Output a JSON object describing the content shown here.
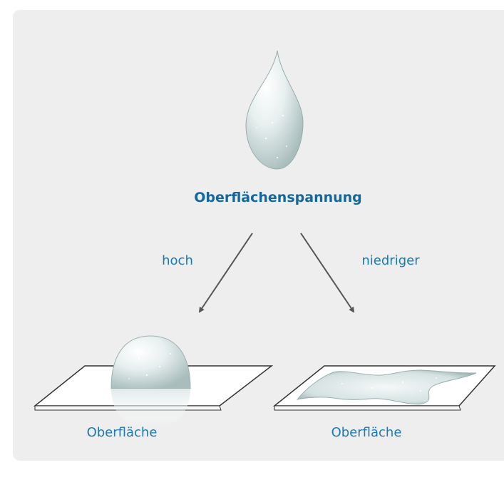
{
  "diagram": {
    "title": "Oberflächenspannung",
    "left_arrow_label": "hoch",
    "right_arrow_label": "niedriger",
    "left_surface_label": "Oberfläche",
    "right_surface_label": "Oberfläche"
  },
  "colors": {
    "background": "#eeeeee",
    "title": "#14679d",
    "label": "#1a7ab5",
    "arrow": "#555555",
    "drop": "#d8e5e5"
  }
}
